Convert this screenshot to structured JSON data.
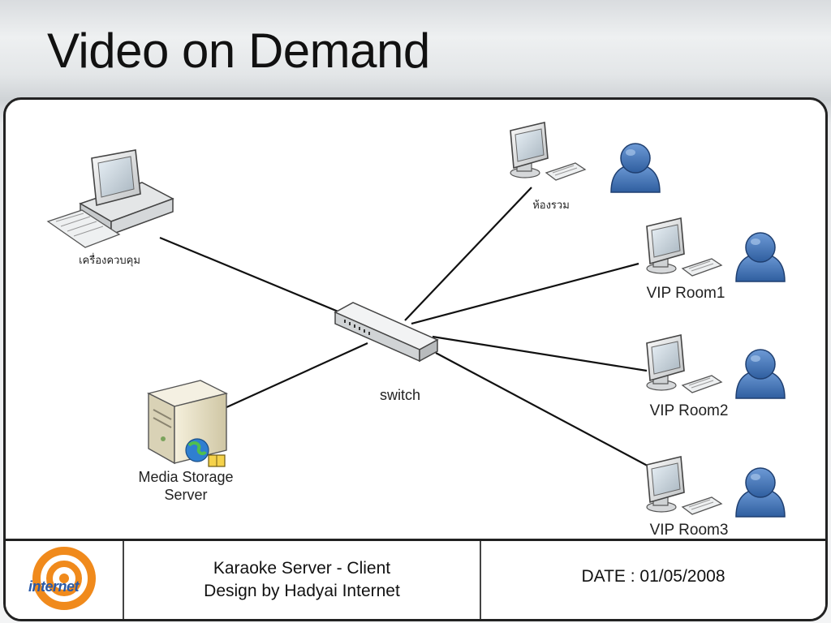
{
  "slide": {
    "title": "Video on Demand"
  },
  "nodes": {
    "control_pc": {
      "label": "เครื่องควบคุม"
    },
    "shared_room": {
      "label": "ห้องรวม"
    },
    "vip1": {
      "label": "VIP Room1"
    },
    "vip2": {
      "label": "VIP Room2"
    },
    "vip3": {
      "label": "VIP Room3"
    },
    "switch": {
      "label": "switch"
    },
    "server": {
      "label_line1": "Media Storage",
      "label_line2": "Server"
    }
  },
  "footer": {
    "logo_text": "internet",
    "title_line1": "Karaoke Server - Client",
    "title_line2": "Design by Hadyai Internet",
    "date": "DATE : 01/05/2008"
  },
  "colors": {
    "user_icon": "#3d6fb6",
    "frame": "#222222",
    "logo_orange": "#f08a1c",
    "logo_blue": "#2a5aa8"
  }
}
